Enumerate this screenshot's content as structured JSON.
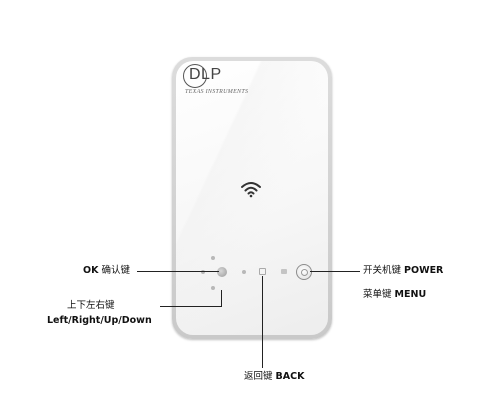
{
  "logo": {
    "brand": "DLP",
    "maker": "TEXAS INSTRUMENTS"
  },
  "icons": {
    "wifi": "wifi-icon",
    "power": "power-icon"
  },
  "labels": {
    "ok": {
      "en": "OK",
      "cn": "确认键"
    },
    "direction": {
      "cn": "上下左右键",
      "en": "Left/Right/Up/Down"
    },
    "power": {
      "cn": "开关机键",
      "en": "POWER"
    },
    "menu": {
      "cn": "菜单键",
      "en": "MENU"
    },
    "back": {
      "cn": "返回键",
      "en": "BACK"
    }
  },
  "colors": {
    "body": "#cfcfcf",
    "face": "#f8f8f8",
    "text": "#111111",
    "line": "#222222"
  }
}
